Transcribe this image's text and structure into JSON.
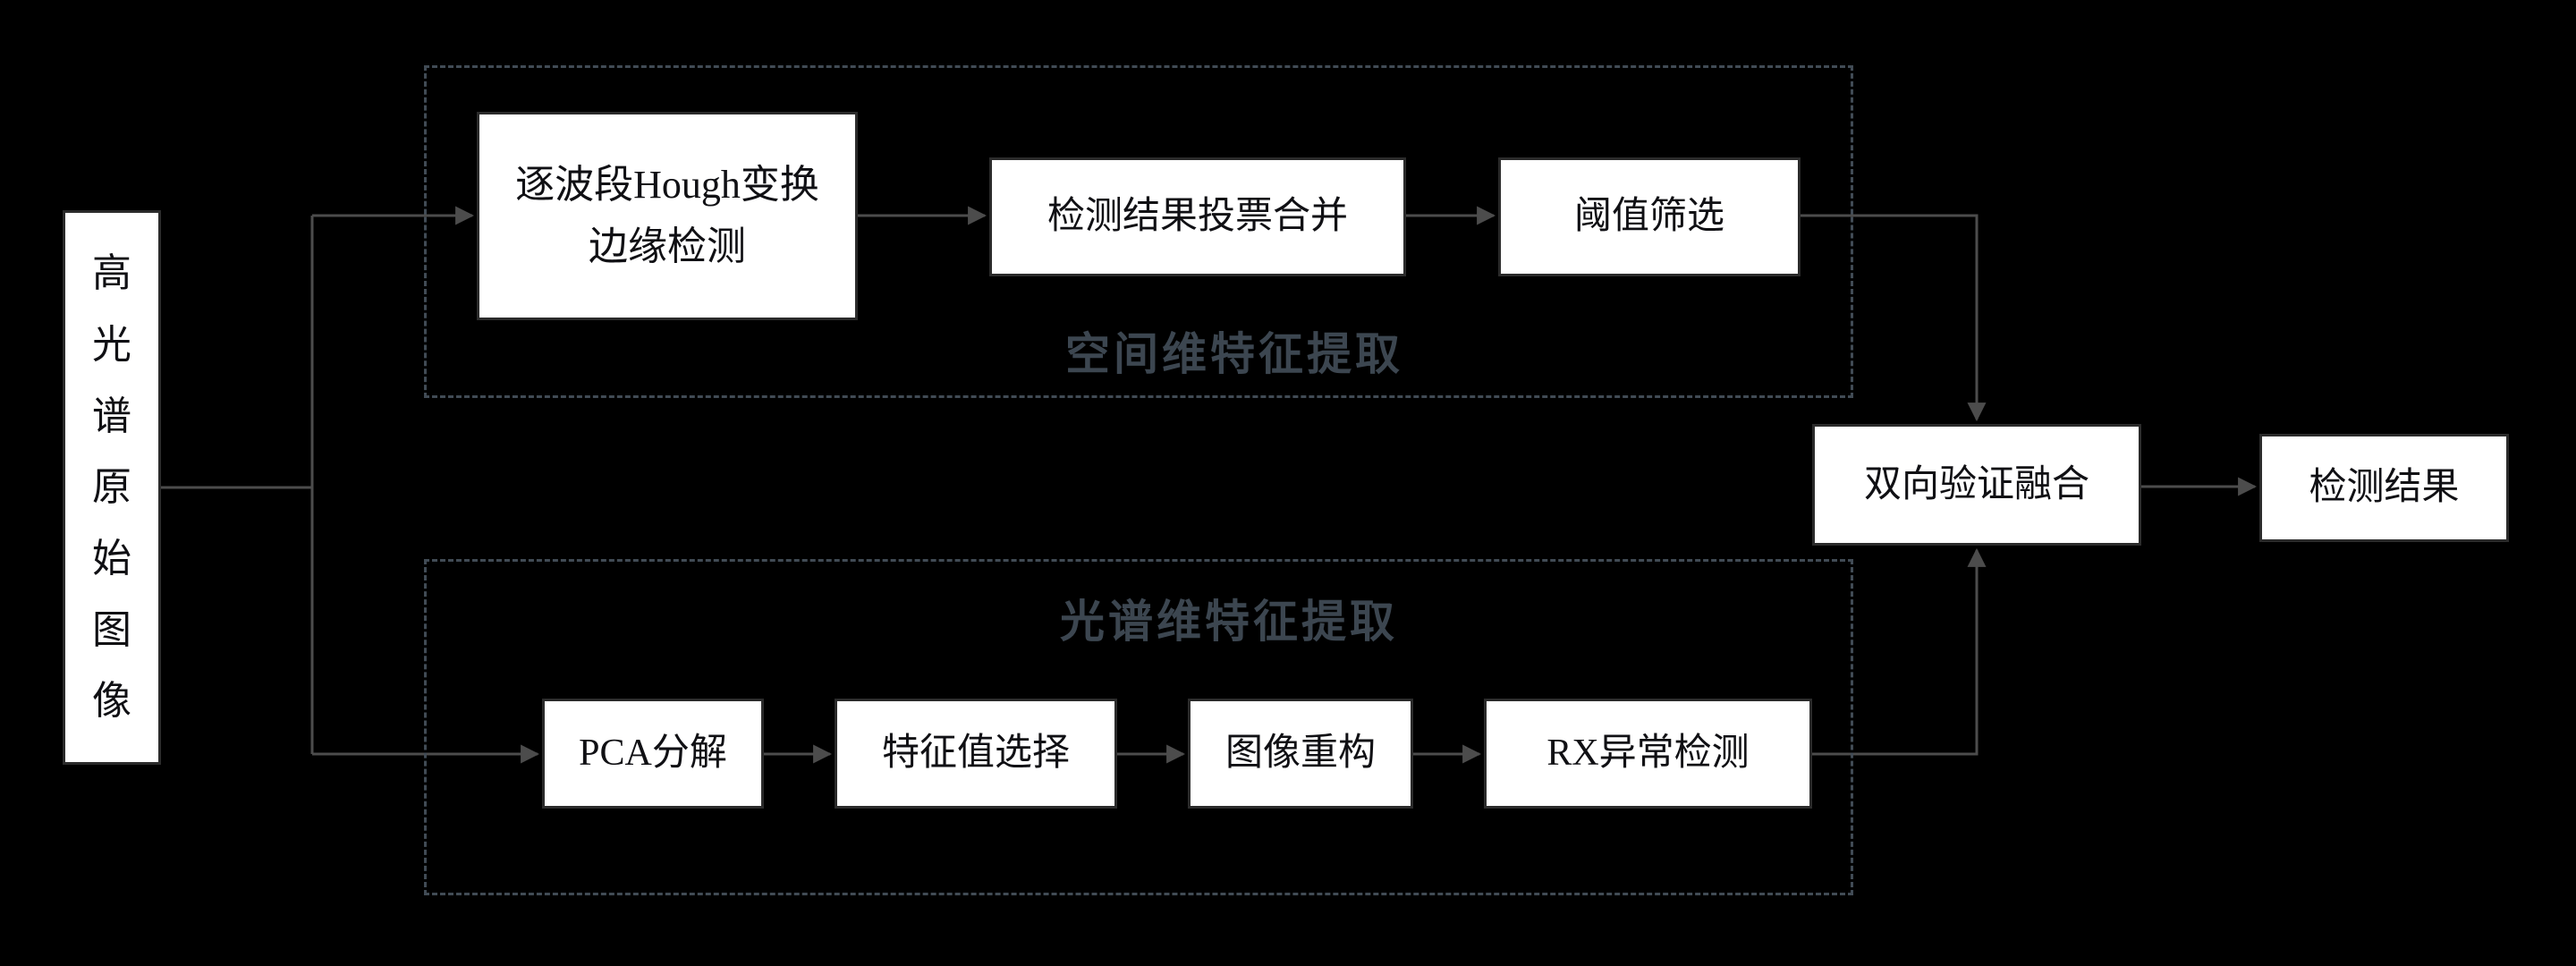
{
  "diagram": {
    "input": {
      "label": "高光谱原始图像",
      "chars": [
        "高",
        "光",
        "谱",
        "原",
        "始",
        "图",
        "像"
      ]
    },
    "spatial_branch": {
      "title": "空间维特征提取",
      "steps": {
        "hough": {
          "lines": [
            "逐波段Hough变换",
            "边缘检测"
          ]
        },
        "vote": {
          "label": "检测结果投票合并"
        },
        "threshold": {
          "label": "阈值筛选"
        }
      }
    },
    "spectral_branch": {
      "title": "光谱维特征提取",
      "steps": {
        "pca": {
          "label": "PCA分解"
        },
        "eigen": {
          "label": "特征值选择"
        },
        "reconstruct": {
          "label": "图像重构"
        },
        "rx": {
          "label": "RX异常检测"
        }
      }
    },
    "fusion": {
      "label": "双向验证融合"
    },
    "output": {
      "label": "检测结果"
    },
    "colors": {
      "background": "#000000",
      "box_fill": "#ffffff",
      "box_border": "#2b2b2b",
      "box_text": "#101014",
      "arrow": "#4c4c4c",
      "dashed_border": "#414b55",
      "branch_title": "#3c4650"
    }
  }
}
